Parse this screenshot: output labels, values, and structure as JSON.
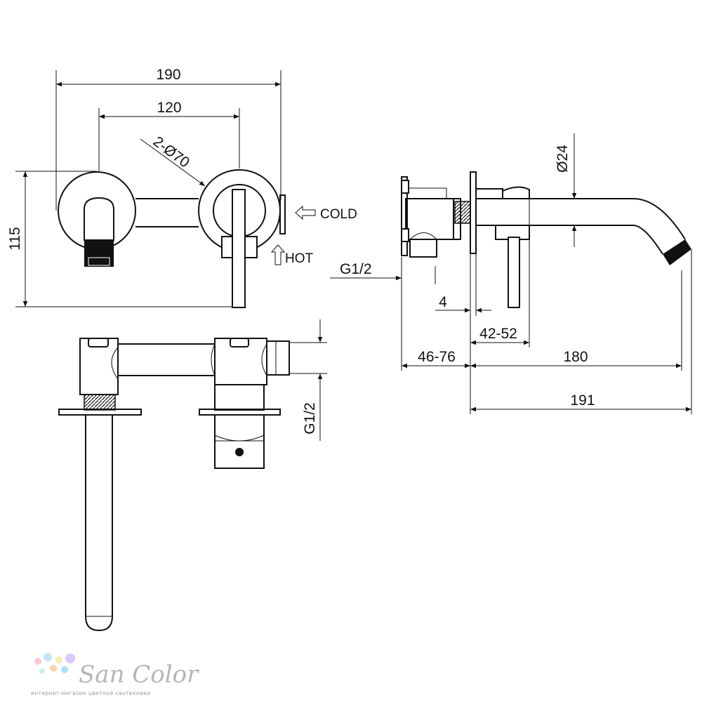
{
  "dimensions": {
    "d190": "190",
    "d120": "120",
    "d2x70": "2-Ø70",
    "d115": "115",
    "d24": "Ø24",
    "g12_side": "G1/2",
    "g12_bottom": "G1/2",
    "d4": "4",
    "d42_52": "42-52",
    "d46_76": "46-76",
    "d180": "180",
    "d191": "191"
  },
  "labels": {
    "cold": "COLD",
    "hot": "HOT"
  },
  "icons": {
    "cold": "arrow-left-outline-icon",
    "hot": "arrow-up-outline-icon"
  },
  "brand": {
    "name": "San Color",
    "tagline": "интернет-магазин цветной сантехники",
    "dot_colors": [
      "#f7c9d9",
      "#c9e3f7",
      "#f7ecb5",
      "#d9c9f7",
      "#c9f7d4",
      "#f7d3b5",
      "#b5dcf7"
    ]
  }
}
